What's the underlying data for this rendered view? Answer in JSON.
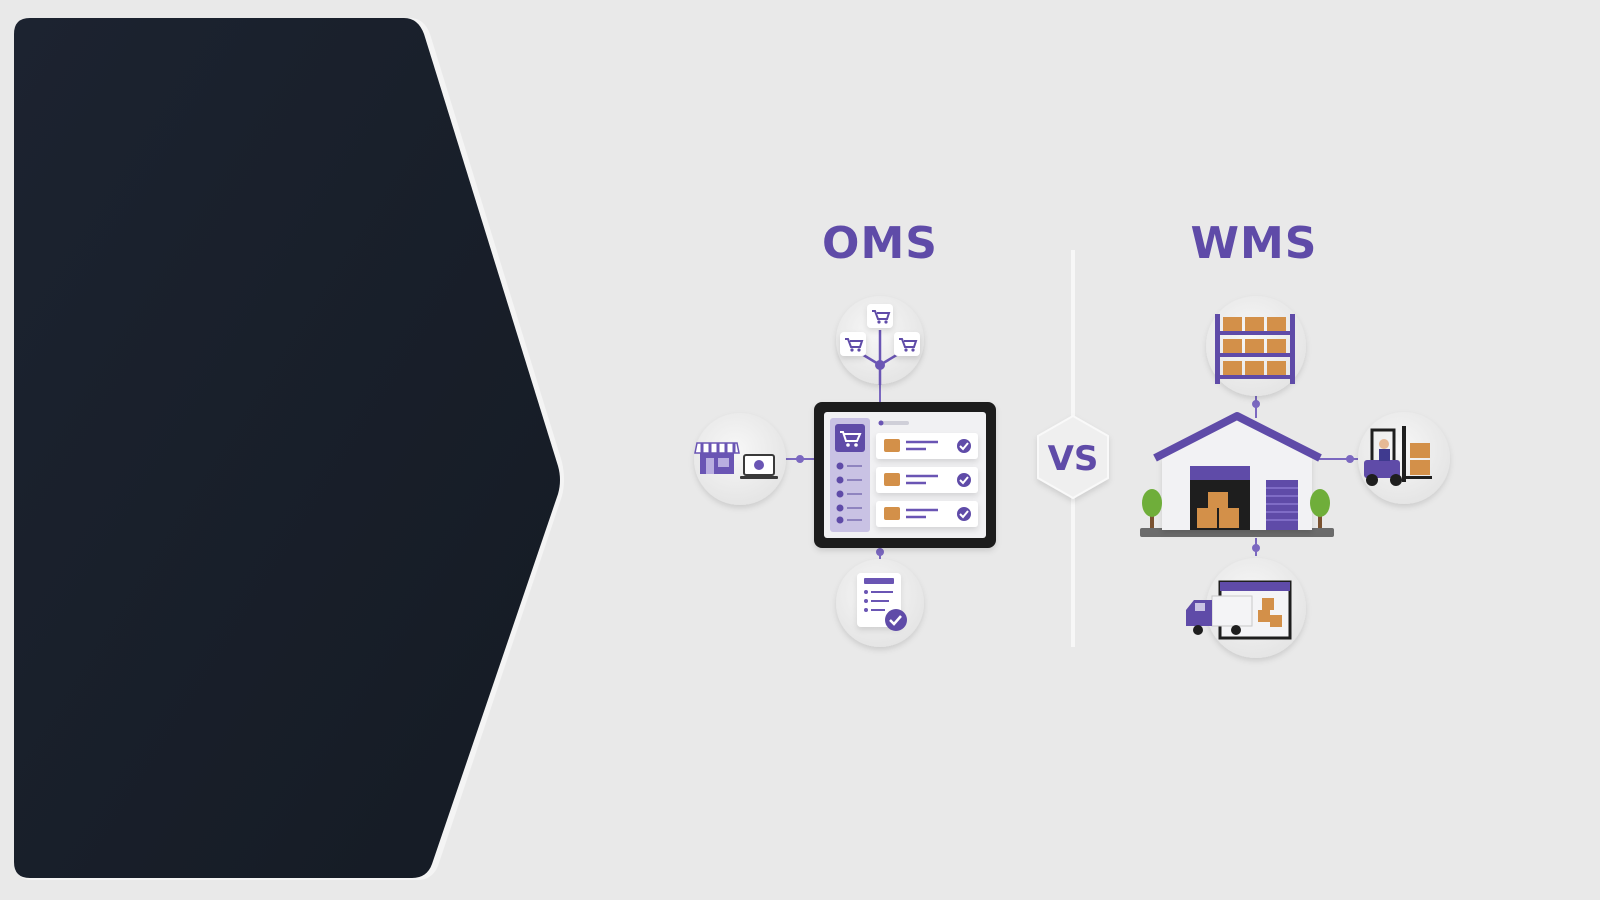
{
  "slide": {
    "left_title": "OMS",
    "right_title": "WMS",
    "versus_label": "VS"
  },
  "colors": {
    "background": "#e9e9e9",
    "dark_panel": "#1a212c",
    "accent": "#5f4ba8",
    "box_orange": "#d39049"
  },
  "icons": {
    "oms_top": "shopping-carts-network-icon",
    "oms_left": "storefront-and-laptop-icon",
    "oms_center": "order-dashboard-tablet-icon",
    "oms_bottom": "order-checklist-icon",
    "wms_top": "pallet-rack-icon",
    "wms_center": "warehouse-building-icon",
    "wms_right": "forklift-icon",
    "wms_bottom": "truck-loading-dock-icon"
  }
}
